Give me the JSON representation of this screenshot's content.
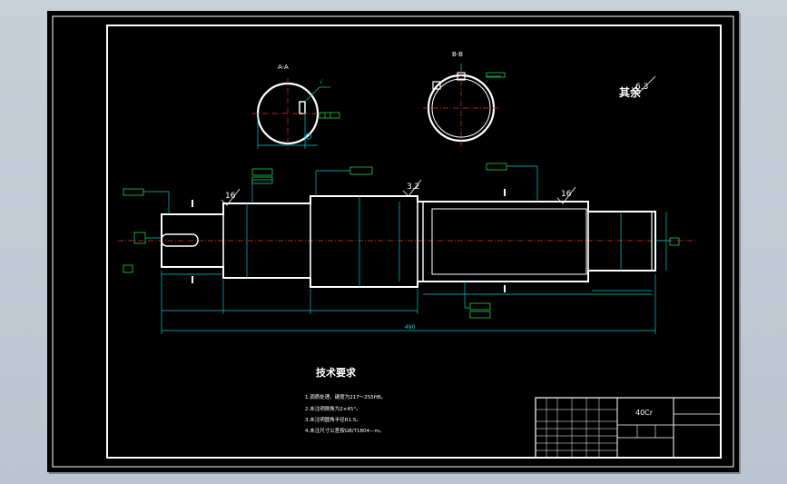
{
  "drawing": {
    "section_a_label": "A-A",
    "section_b_label": "B-B",
    "remaining_roughness_label": "其余",
    "remaining_roughness_value": "6.3",
    "roughness_marks": [
      "16",
      "3.2",
      "16"
    ],
    "overall_length": "490"
  },
  "tech_requirements": {
    "title": "技术要求",
    "items": [
      "1.调质处理，硬度为217～255HB。",
      "2.未注明倒角为2×45°。",
      "3.未注明圆角半径R1.5。",
      "4.未注尺寸公差按GB/T1804—m。"
    ]
  },
  "title_block": {
    "material": "40Cr"
  },
  "colors": {
    "outline": "#ffffff",
    "dimension": "#00c8c8",
    "tolerance": "#20d040",
    "centerline": "#e03030",
    "background": "#000000"
  }
}
